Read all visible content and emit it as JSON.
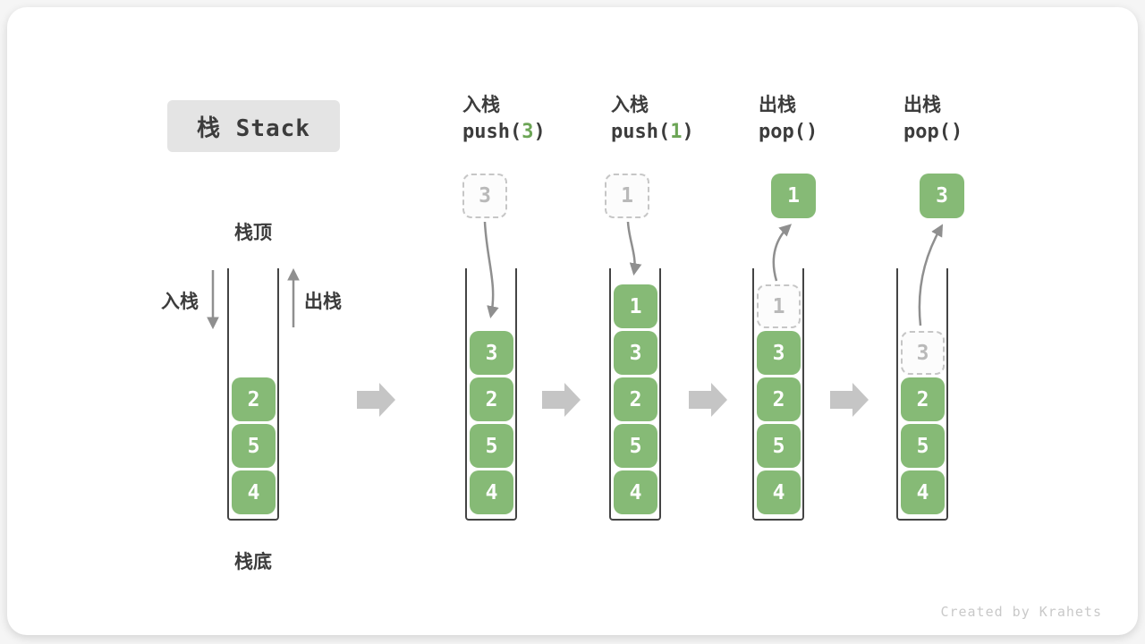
{
  "title": "栈 Stack",
  "watermark": "Created by Krahets",
  "labels": {
    "stack_top": "栈顶",
    "stack_bottom": "栈底",
    "push": "入栈",
    "pop": "出栈"
  },
  "colors": {
    "cell_green": "#86ba76",
    "code_arg_green": "#6ca556",
    "arrow_gray": "#909090",
    "block_arrow_gray": "#c5c5c5",
    "dashed_border_gray": "#c6c6c6",
    "title_bg": "#e4e4e4",
    "text_dark": "#3c3c3c"
  },
  "stages": [
    {
      "name": "initial",
      "cells": [
        "2",
        "5",
        "4"
      ]
    },
    {
      "name": "push-3",
      "op_action": "入栈",
      "op_prefix": "push(",
      "op_arg": "3",
      "op_suffix": ")",
      "floating_value": "3",
      "cells": [
        "3",
        "2",
        "5",
        "4"
      ]
    },
    {
      "name": "push-1",
      "op_action": "入栈",
      "op_prefix": "push(",
      "op_arg": "1",
      "op_suffix": ")",
      "floating_value": "1",
      "cells": [
        "1",
        "3",
        "2",
        "5",
        "4"
      ]
    },
    {
      "name": "pop-1",
      "op_action": "出栈",
      "op_prefix": "pop()",
      "op_arg": "",
      "op_suffix": "",
      "floating_value": "1",
      "placeholder_value": "1",
      "cells": [
        "3",
        "2",
        "5",
        "4"
      ]
    },
    {
      "name": "pop-3",
      "op_action": "出栈",
      "op_prefix": "pop()",
      "op_arg": "",
      "op_suffix": "",
      "floating_value": "3",
      "placeholder_value": "3",
      "cells": [
        "2",
        "5",
        "4"
      ]
    }
  ]
}
